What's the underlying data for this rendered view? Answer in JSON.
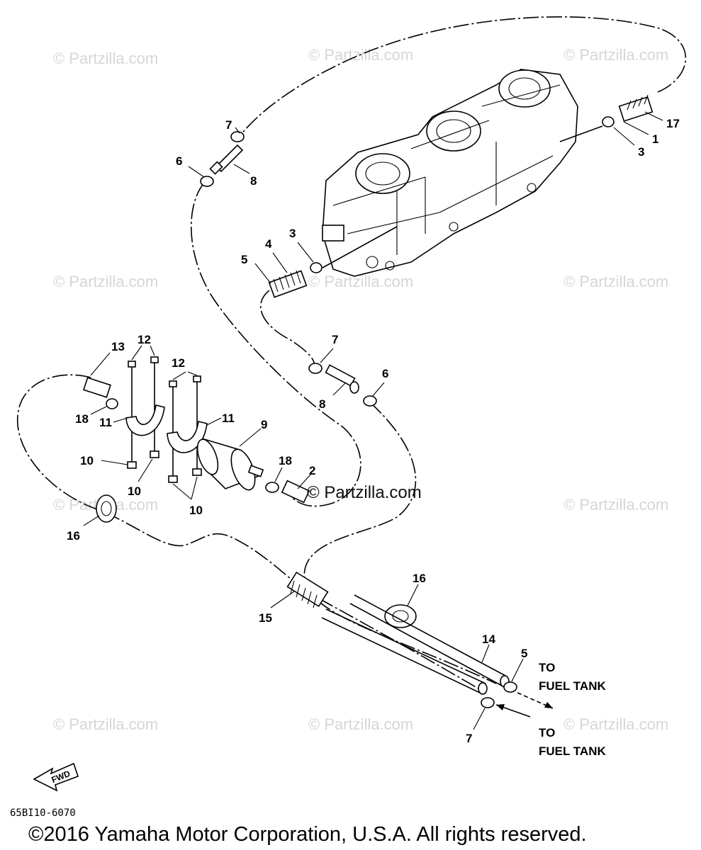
{
  "callouts": [
    "17",
    "1",
    "3",
    "7",
    "6",
    "8",
    "3",
    "4",
    "5",
    "7",
    "6",
    "8",
    "13",
    "12",
    "12",
    "18",
    "11",
    "11",
    "9",
    "10",
    "10",
    "10",
    "18",
    "2",
    "16",
    "16",
    "15",
    "14",
    "5",
    "7"
  ],
  "destinations": {
    "upper": [
      "TO",
      "FUEL TANK"
    ],
    "lower": [
      "TO",
      "FUEL TANK"
    ]
  },
  "watermark": "© Partzilla.com",
  "center_watermark": "© Partzilla.com",
  "fwd_label": "FWD",
  "diagram_code": "65BI10-6070",
  "copyright": "©2016 Yamaha Motor Corporation, U.S.A. All rights reserved.",
  "icons": {
    "fwd": "fwd-arrow-icon"
  }
}
